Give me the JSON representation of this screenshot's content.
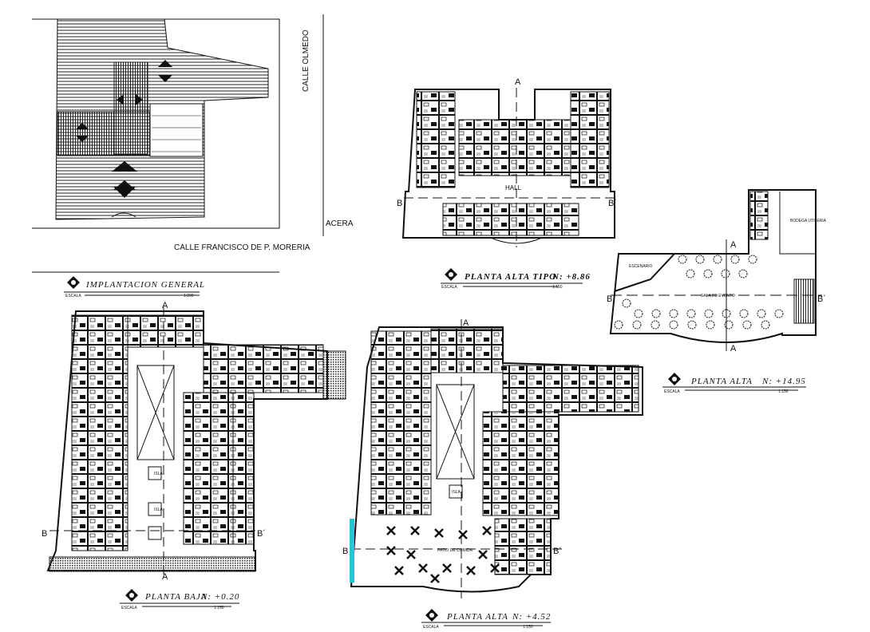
{
  "site_plan": {
    "street_east": "CALLE OLMEDO",
    "sidewalk": "ACERA",
    "street_south": "CALLE FRANCISCO DE P. MORERIA",
    "title": "IMPLANTACION   GENERAL",
    "scale_label": "ESCALA",
    "scale": "1:200"
  },
  "typical_floor": {
    "title": "PLANTA  ALTA  TIPO",
    "level": "N: +8.86",
    "scale_label": "ESCALA",
    "scale": "1:150",
    "room_hall": "HALL"
  },
  "upper_floor_1495": {
    "title": "PLANTA  ALTA",
    "level": "N: +14.95",
    "scale_label": "ESCALA",
    "scale": "1:150",
    "room_stage": "ESCENARIO",
    "room_event": "SALA DE EVENTO",
    "room_storage": "BODEGA UTILERIA"
  },
  "ground_floor": {
    "title": "PLANTA  BAJA",
    "level": "N: +0.20",
    "scale_label": "ESCALA",
    "scale": "1:150",
    "island": "ISLA"
  },
  "upper_floor_452": {
    "title": "PLANTA  ALTA",
    "level": "N: +4.52",
    "scale_label": "ESCALA",
    "scale": "1:150",
    "food_court": "PATIO DE COMIDA",
    "island": "ISLA"
  },
  "section_marks": {
    "a": "A",
    "b": "B",
    "b_prime": "B´"
  },
  "colors": {
    "line": "#111111",
    "accent": "#1ec8d8"
  }
}
